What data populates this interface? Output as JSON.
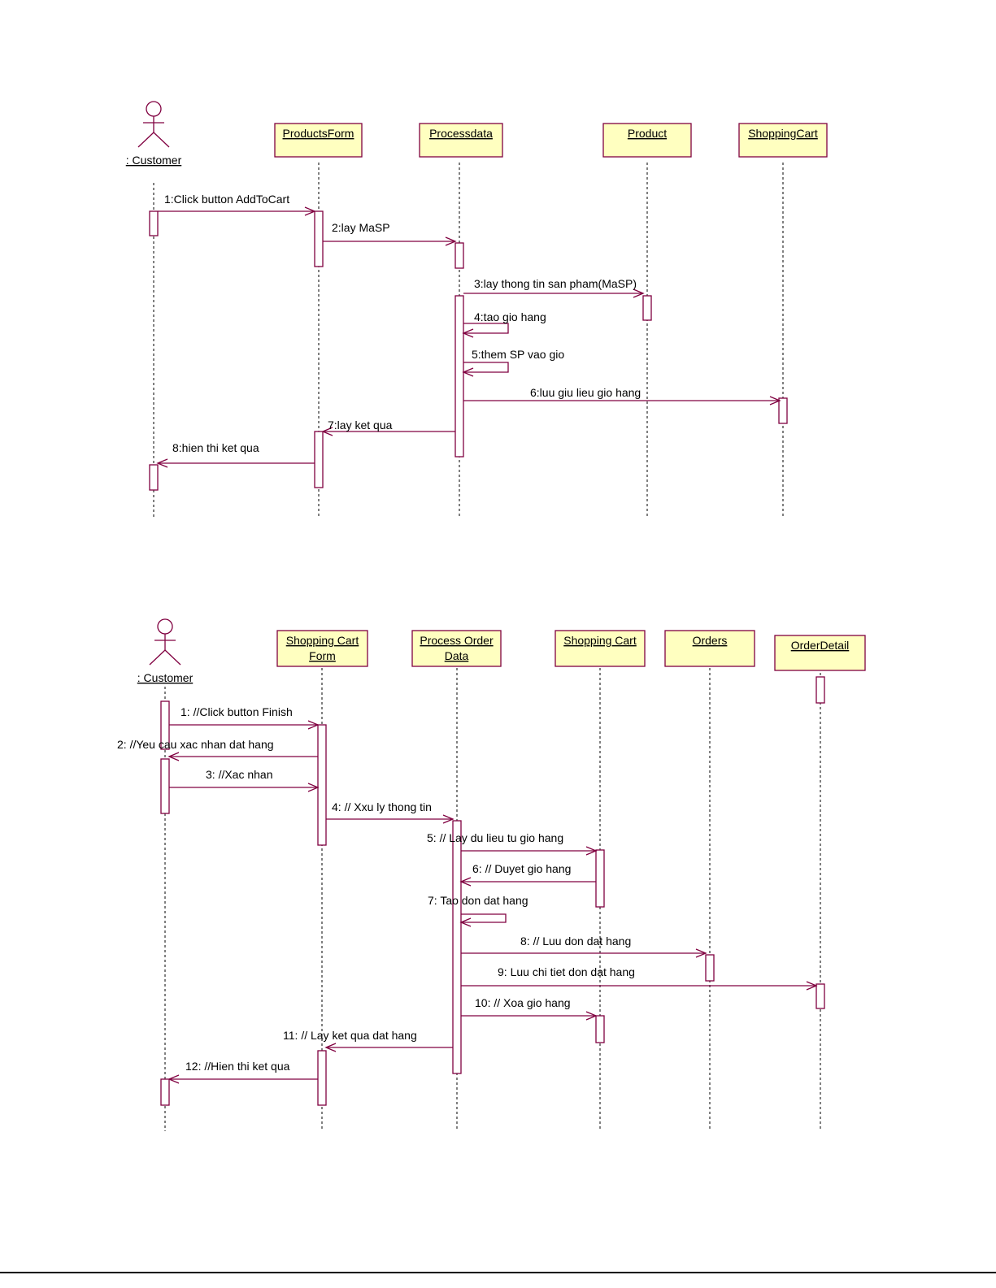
{
  "colors": {
    "line": "#800040",
    "box_fill": "#ffffc0",
    "text": "#000000"
  },
  "diagrams": [
    {
      "actor": ": Customer",
      "objects": [
        "ProductsForm",
        "Processdata",
        "Product",
        "ShoppingCart"
      ],
      "messages": [
        "1:Click button AddToCart",
        "2:lay MaSP",
        "3:lay thong tin san pham(MaSP)",
        "4:tao gio hang",
        "5:them SP vao gio",
        "6:luu giu lieu gio hang",
        "7:lay ket qua",
        "8:hien thi ket qua"
      ]
    },
    {
      "actor": ": Customer",
      "objects": [
        [
          "Shopping Cart",
          "Form"
        ],
        [
          "Process Order",
          "Data"
        ],
        [
          "Shopping Cart"
        ],
        [
          "Orders"
        ],
        [
          "OrderDetail"
        ]
      ],
      "messages": [
        "1: //Click button Finish",
        "2: //Yeu cau xac nhan dat hang",
        "3: //Xac nhan",
        "4: // Xxu ly thong tin",
        "5: // Lay du lieu tu gio hang",
        "6: // Duyet gio hang",
        "7: Tao don dat hang",
        "8: // Luu don dat hang",
        "9: Luu chi tiet don dat hang",
        "10: // Xoa gio hang",
        "11: // Lay ket qua dat hang",
        "12: //Hien thi ket qua"
      ]
    }
  ]
}
